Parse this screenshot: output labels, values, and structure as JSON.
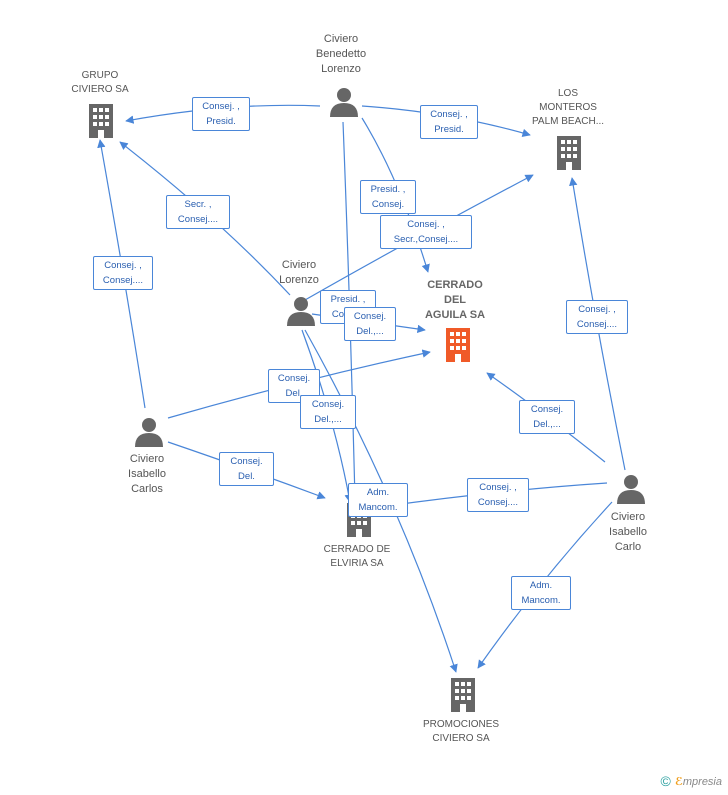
{
  "nodes": {
    "grupo_civiero": {
      "label": "GRUPO\nCIVIERO SA",
      "type": "company"
    },
    "los_monteros": {
      "label": "LOS\nMONTEROS\nPALM BEACH...",
      "type": "company"
    },
    "cerrado_aguila": {
      "label": "CERRADO\nDEL\nAGUILA SA",
      "type": "company-main"
    },
    "cerrado_elviria": {
      "label": "CERRADO DE\nELVIRIA SA",
      "type": "company"
    },
    "promociones": {
      "label": "PROMOCIONES\nCIVIERO SA",
      "type": "company"
    },
    "benedetto": {
      "label": "Civiero\nBenedetto\nLorenzo",
      "type": "person"
    },
    "lorenzo": {
      "label": "Civiero\nLorenzo",
      "type": "person"
    },
    "isabello_carlos": {
      "label": "Civiero\nIsabello\nCarlos",
      "type": "person"
    },
    "isabello_carlo": {
      "label": "Civiero\nIsabello\nCarlo",
      "type": "person"
    }
  },
  "edge_labels": {
    "e1": "Consej. ,\nPresid.",
    "e2": "Consej. ,\nPresid.",
    "e3": "Presid. ,\nConsej.",
    "e4": "Secr. ,\nConsej....",
    "e5": "Consej. ,\nSecr.,Consej....",
    "e6": "Consej. ,\nConsej....",
    "e7": "Presid. ,\nConsej.",
    "e8": "Consej.\nDel.,...",
    "e9": "Consej.\nDel.",
    "e10": "Consej.\nDel.,...",
    "e11": "Consej. ,\nConsej....",
    "e12": "Consej.\nDel.,...",
    "e13": "Consej.\nDel.",
    "e14": "Adm.\nMancom.",
    "e15": "Consej. ,\nConsej....",
    "e16": "Adm.\nMancom."
  },
  "colors": {
    "edge": "#4a86d8",
    "icon": "#666666",
    "main_icon": "#f05a28"
  },
  "footer": {
    "copyright": "©",
    "brand_initial": "ℰ",
    "brand_rest": "mpresia"
  }
}
